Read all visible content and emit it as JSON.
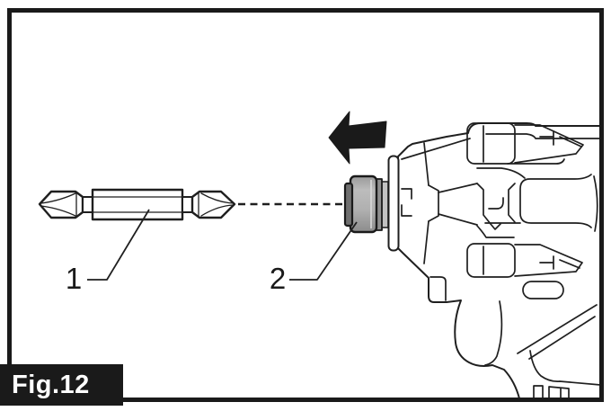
{
  "figure": {
    "label": "Fig.12"
  },
  "callouts": {
    "bit": {
      "number": "1"
    },
    "sleeve": {
      "number": "2"
    }
  },
  "icons": {
    "direction_arrow": "arrow-left-solid"
  },
  "colors": {
    "line": "#1a1a1a",
    "frame_border": "#1a1a1a",
    "badge_background": "#1a1a1a",
    "badge_text": "#ffffff",
    "sleeve_gray": "#b3b3b3",
    "sleeve_dark_band": "#8f8f8f",
    "sleeve_light_band": "#c2c2c2",
    "sleeve_rim": "#6f6f6f",
    "arrow_fill": "#1a1a1a",
    "background": "#ffffff"
  }
}
